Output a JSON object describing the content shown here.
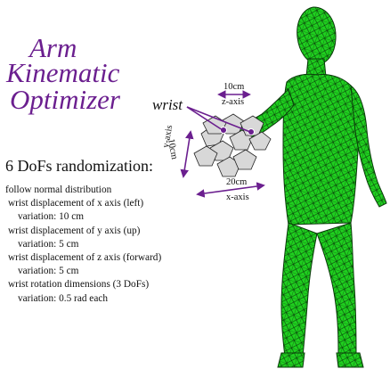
{
  "title": {
    "line1": "Arm",
    "line2": "Kinematic",
    "line3": "Optimizer"
  },
  "heading": "6 DoFs randomization:",
  "description": [
    {
      "text": "follow normal distribution",
      "indent": 0
    },
    {
      "text": "wrist displacement of x axis (left)",
      "indent": 1
    },
    {
      "text": "variation: 10 cm",
      "indent": 2
    },
    {
      "text": "wrist displacement of y axis (up)",
      "indent": 1
    },
    {
      "text": "variation: 5 cm",
      "indent": 2
    },
    {
      "text": "wrist displacement of z axis (forward)",
      "indent": 1
    },
    {
      "text": "variation: 5 cm",
      "indent": 2
    },
    {
      "text": "wrist rotation dimensions (3 DoFs)",
      "indent": 1
    },
    {
      "text": "variation: 0.5 rad each",
      "indent": 2
    }
  ],
  "annotations": {
    "wrist": "wrist",
    "z_value": "10cm",
    "z_axis": "z-axis",
    "y_value": "10cm",
    "y_axis": "y-axis",
    "x_value": "20cm",
    "x_axis": "x-axis"
  },
  "colors": {
    "title": "#6b1f8f",
    "arrows": "#6b1f8f",
    "mesh_fill": "#1fcf1f",
    "mesh_lines": "#0a3a0a",
    "hand_fill": "#d8d8d8"
  }
}
